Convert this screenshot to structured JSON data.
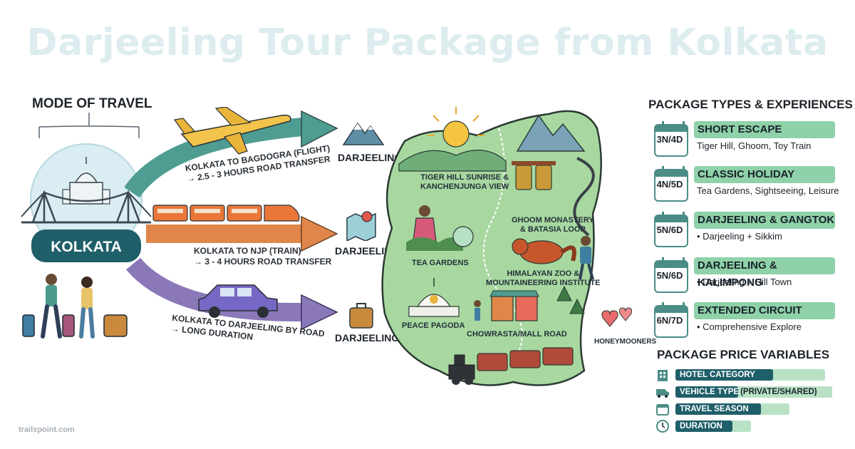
{
  "title": "Darjeeling Tour Package from Kolkata",
  "mode": {
    "heading": "MODE OF TRAVEL",
    "origin": "KOLKATA",
    "routes": [
      {
        "line1": "KOLKATA TO BAGDOGRA (FLIGHT)",
        "line2": "→ 2.5 - 3 HOURS ROAD TRANSFER",
        "destination": "DARJEELING",
        "arrow_color": "#4e9c92"
      },
      {
        "line1": "KOLKATA TO NJP (TRAIN)",
        "line2": "→ 3 - 4 HOURS ROAD TRANSFER",
        "destination": "DARJEELING",
        "arrow_color": "#e0864a"
      },
      {
        "line1": "KOLKATA TO DARJEELING BY ROAD",
        "line2": "→ LONG DURATION",
        "destination": "DARJEELING",
        "arrow_color": "#8a78b8"
      }
    ]
  },
  "map": {
    "spots": [
      {
        "line1": "TIGER HILL SUNRISE &",
        "line2": "KANCHENJUNGA VIEW"
      },
      {
        "line1": "GHOOM MONASTERY",
        "line2": "& BATASIA LOOP"
      },
      {
        "line1": "TEA GARDENS",
        "line2": ""
      },
      {
        "line1": "HIMALAYAN ZOO &",
        "line2": "MOUNTAINEERING INSTITUTE"
      },
      {
        "line1": "PEACE PAGODA",
        "line2": ""
      },
      {
        "line1": "CHOWRASTA/MALL ROAD",
        "line2": ""
      }
    ],
    "honeymooners": "HONEYMOONERS",
    "colors": {
      "land": "#a8d8a0",
      "outline": "#2b3a33"
    }
  },
  "packages": {
    "heading": "PACKAGE TYPES & EXPERIENCES",
    "items": [
      {
        "days": "3N/4D",
        "title": "SHORT ESCAPE",
        "desc": "Tiger Hill, Ghoom, Toy Train"
      },
      {
        "days": "4N/5D",
        "title": "CLASSIC HOLIDAY",
        "desc": "Tea Gardens, Sightseeing, Leisure"
      },
      {
        "days": "5N/6D",
        "title": "DARJEELING & GANGTOK",
        "desc": "• Darjeeling + Sikkim"
      },
      {
        "days": "5N/6D",
        "title": "DARJEELING & KALIMPONG",
        "desc": "• Darjeeling + Hill Town"
      },
      {
        "days": "6N/7D",
        "title": "EXTENDED CIRCUIT",
        "desc": "• Comprehensive Explore"
      }
    ]
  },
  "price": {
    "heading": "PACKAGE PRICE VARIABLES",
    "items": [
      {
        "label": "HOTEL CATEGORY",
        "icon": "building-icon",
        "level": 0.65
      },
      {
        "label": "VEHICLE TYPE",
        "suffix": "(PRIVATE/SHARED)",
        "icon": "van-icon",
        "level": 0.4
      },
      {
        "label": "TRAVEL SEASON",
        "icon": "calendar-icon",
        "level": 0.75
      },
      {
        "label": "DURATION",
        "icon": "clock-icon",
        "level": 0.75
      }
    ]
  },
  "credit": "trailspoint.com"
}
